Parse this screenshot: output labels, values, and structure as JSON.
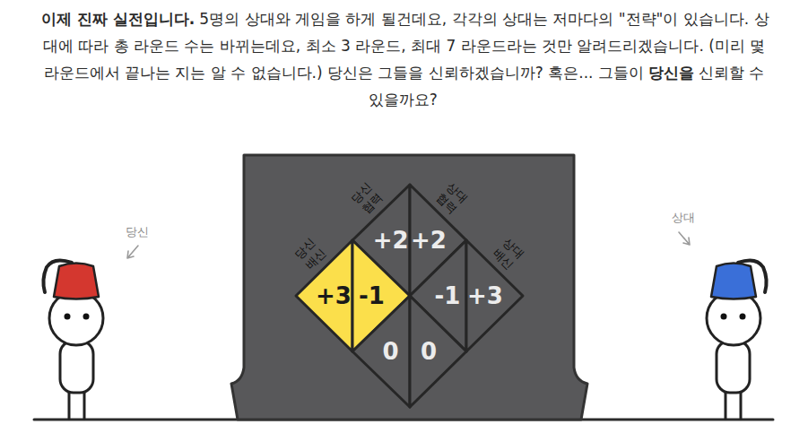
{
  "diagram": {
    "nodes": [
      {
        "text": [
          "+2"
        ]
      },
      {
        "text": [
          "+2"
        ]
      },
      {
        "text": [
          "+3"
        ]
      },
      {
        "text": [
          "-1"
        ]
      },
      {
        "text": [
          "-1"
        ]
      },
      {
        "text": [
          "+3"
        ]
      },
      {
        "text": [
          "0"
        ]
      },
      {
        "text": [
          "0"
        ]
      }
    ],
    "labels": [
      "이제 진짜 실전입니다.",
      "5명의 상대와 게임을 하게 될건데요, 각각의 상대는 저마다의 \"전략\"이 있습니다. 상대에 따라 총 라운드 수는 바뀌는데요, 최소 3 라운드, 최대 7 라운드라는 것만 알려드리겠습니다. (미리 몇 라운드에서 끝나는 지는 알 수 없습니다.) 당신은 그들을 신뢰하겠습니까? 혹은... 그들이",
      "당신을",
      "신뢰할 수 있을까요?",
      "당신 협력",
      "상대 협력",
      "상대",
      "당신",
      "당신 배신",
      "상대 배신"
    ]
  }
}
